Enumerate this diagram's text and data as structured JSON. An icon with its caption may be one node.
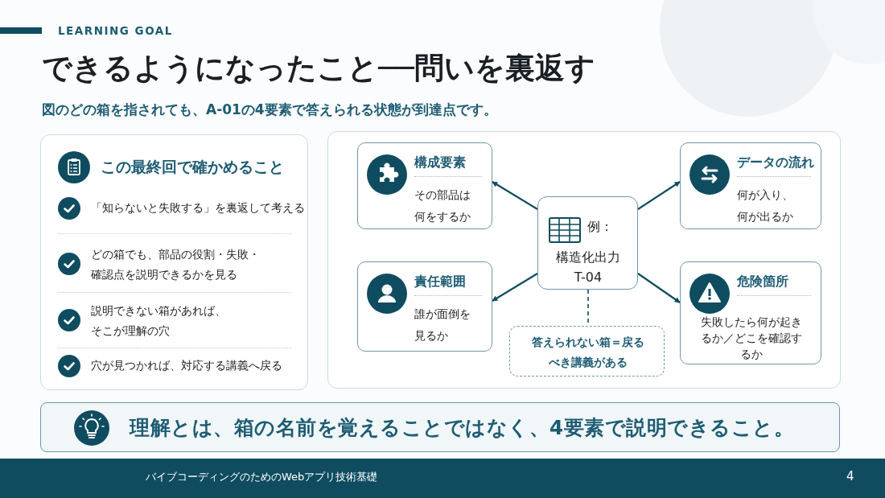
{
  "diagram": {
    "title": "できるようになったこと──問いを裏返す",
    "nodes": [
      {
        "text": [
          "この最終回で確かめること",
          "「知らないと失敗する」を裏返して考える",
          "どの箱でも、部品の役割・失敗・確認点を説明できるかを見る",
          "説明できない箱があれば、そこが理解の穴",
          "穴が見つかれば、対応する講義へ戻る"
        ]
      },
      {
        "text": [
          "構成要素",
          "その部品は何をするか"
        ]
      },
      {
        "text": [
          "データの流れ",
          "何が入り、何が出るか"
        ]
      },
      {
        "text": [
          "例：",
          "構造化出力 T-04"
        ]
      },
      {
        "text": [
          "責任範囲",
          "誰が面倒を見るか"
        ]
      },
      {
        "text": [
          "危険箇所",
          "失敗したら何が起きるか／どこを確認するか"
        ]
      },
      {
        "text": [
          "答えられない箱＝戻るべき講義がある"
        ]
      },
      {
        "text": [
          "理解とは、箱の名前を覚えることではなく、4要素で説明できること。"
        ]
      }
    ],
    "edges": [
      {
        "from": 3,
        "to": 1,
        "arrow": "to"
      },
      {
        "from": 3,
        "to": 2,
        "arrow": "to"
      },
      {
        "from": 3,
        "to": 4,
        "arrow": "to"
      },
      {
        "from": 3,
        "to": 5,
        "arrow": "to"
      },
      {
        "from": 3,
        "to": 6,
        "arrow": "none",
        "style": "dashed"
      }
    ],
    "labels": [
      "LEARNING GOAL",
      "図のどの箱を指されても、A-01の4要素で答えられる状態が到達点です。",
      "バイブコーディングのためのWebアプリ技術基礎",
      "4"
    ]
  }
}
